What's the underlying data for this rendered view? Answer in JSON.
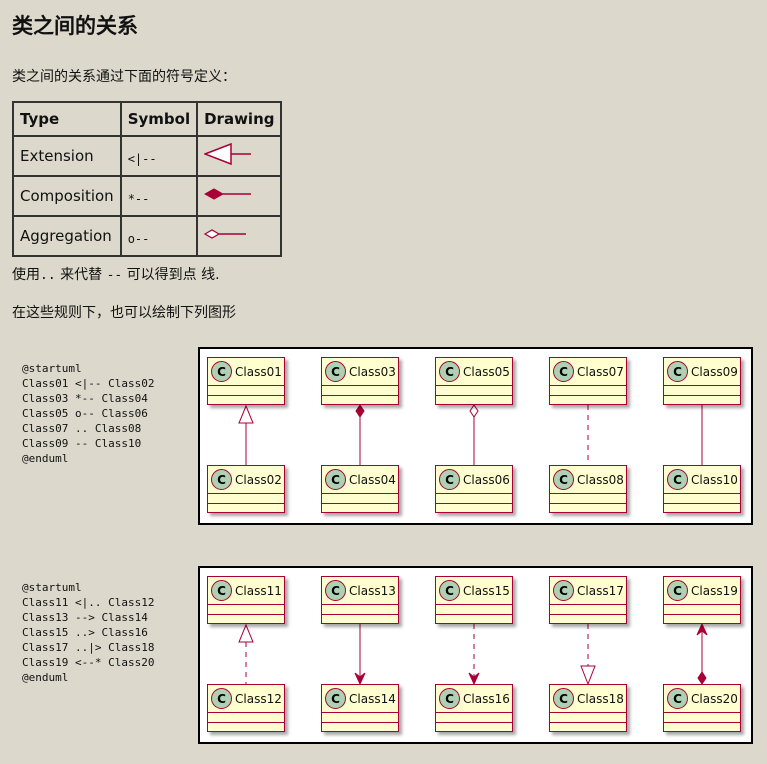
{
  "title": "类之间的关系",
  "intro": "类之间的关系通过下面的符号定义：",
  "table": {
    "headers": [
      "Type",
      "Symbol",
      "Drawing"
    ],
    "rows": [
      {
        "type": "Extension",
        "symbol": "<|--",
        "drawing": "extension-arrow-icon"
      },
      {
        "type": "Composition",
        "symbol": "*--",
        "drawing": "composition-diamond-icon"
      },
      {
        "type": "Aggregation",
        "symbol": "o--",
        "drawing": "aggregation-diamond-icon"
      }
    ]
  },
  "note_dotted": {
    "pre": "使用",
    "code1": "..",
    "mid": " 来代替 ",
    "code2": "--",
    "post": " 可以得到点 线."
  },
  "note_rules": "在这些规则下，也可以绘制下列图形",
  "colors": {
    "background": "#dcd9cc",
    "class_fill": "#fefece",
    "border": "#a80036",
    "badge": "#add1b2"
  },
  "examples": [
    {
      "source": "@startuml\nClass01 <|-- Class02\nClass03 *-- Class04\nClass05 o-- Class06\nClass07 .. Class08\nClass09 -- Class10\n@enduml",
      "badge_letter": "C",
      "pairs": [
        {
          "top": "Class01",
          "bottom": "Class02",
          "relation": "extension"
        },
        {
          "top": "Class03",
          "bottom": "Class04",
          "relation": "composition"
        },
        {
          "top": "Class05",
          "bottom": "Class06",
          "relation": "aggregation"
        },
        {
          "top": "Class07",
          "bottom": "Class08",
          "relation": "dotted"
        },
        {
          "top": "Class09",
          "bottom": "Class10",
          "relation": "line"
        }
      ]
    },
    {
      "source": "@startuml\nClass11 <|.. Class12\nClass13 --> Class14\nClass15 ..> Class16\nClass17 ..|> Class18\nClass19 <--* Class20\n@enduml",
      "badge_letter": "C",
      "pairs": [
        {
          "top": "Class11",
          "bottom": "Class12",
          "relation": "dotted-extension"
        },
        {
          "top": "Class13",
          "bottom": "Class14",
          "relation": "arrow-down"
        },
        {
          "top": "Class15",
          "bottom": "Class16",
          "relation": "dotted-arrow-down"
        },
        {
          "top": "Class17",
          "bottom": "Class18",
          "relation": "dotted-realization-down"
        },
        {
          "top": "Class19",
          "bottom": "Class20",
          "relation": "composition-arrow-up"
        }
      ]
    }
  ]
}
